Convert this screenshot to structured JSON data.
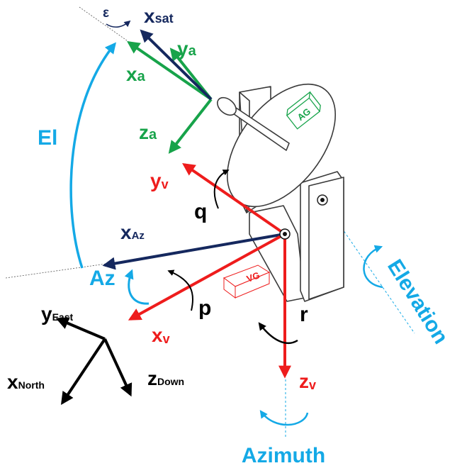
{
  "colors": {
    "red": "#ee1c1c",
    "navy": "#15285e",
    "green": "#17a34a",
    "light_blue": "#14a9e6",
    "black": "#000000"
  },
  "labels": {
    "epsilon": "ε",
    "x_sat": {
      "main": "x",
      "sub": "sat"
    },
    "y_a": {
      "main": "y",
      "sub": "a"
    },
    "x_a": {
      "main": "x",
      "sub": "a"
    },
    "z_a": {
      "main": "z",
      "sub": "a"
    },
    "el": "El",
    "y_v": {
      "main": "y",
      "sub": "v"
    },
    "q": "q",
    "x_az": {
      "main": "x",
      "sub": "Az"
    },
    "az": "Az",
    "p": "p",
    "x_v": {
      "main": "x",
      "sub": "v"
    },
    "r": "r",
    "z_v": {
      "main": "z",
      "sub": "v"
    },
    "y_east": {
      "main": "y",
      "sub": "East"
    },
    "x_north": {
      "main": "x",
      "sub": "North"
    },
    "z_down": {
      "main": "z",
      "sub": "Down"
    },
    "elevation": "Elevation",
    "azimuth": "Azimuth",
    "ag": "AG",
    "vg": "VG"
  }
}
